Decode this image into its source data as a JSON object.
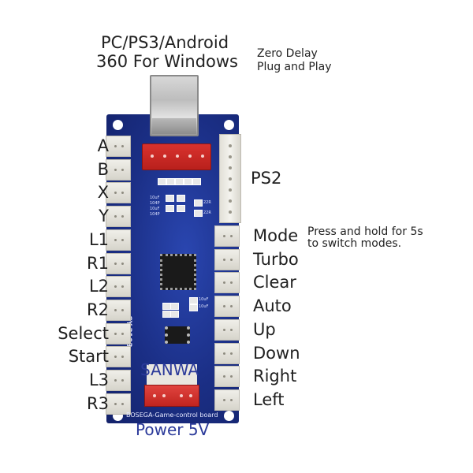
{
  "header": {
    "line1": "PC/PS3/Android",
    "line2": "360 For Windows",
    "tagline1": "Zero Delay",
    "tagline2": "Plug and Play"
  },
  "board": {
    "model": "CY-3103",
    "brand_text": "BOSEGA-Game-control board",
    "color": "#1b2f86",
    "smd_labels": [
      "10uF",
      "104P",
      "10uF",
      "104P",
      "22R",
      "22R",
      "10uF",
      "10uF"
    ]
  },
  "left_ports": [
    "A",
    "B",
    "X",
    "Y",
    "L1",
    "R1",
    "L2",
    "R2",
    "Select",
    "Start",
    "L3",
    "R3"
  ],
  "right_ports": [
    "Mode",
    "Turbo",
    "Clear",
    "Auto",
    "Up",
    "Down",
    "Right",
    "Left"
  ],
  "ps2_label": "PS2",
  "mode_note": {
    "line1": "Press and hold for 5s",
    "line2": "to switch modes."
  },
  "bottom": {
    "sanwa": "SANWA",
    "power": "Power 5V"
  }
}
